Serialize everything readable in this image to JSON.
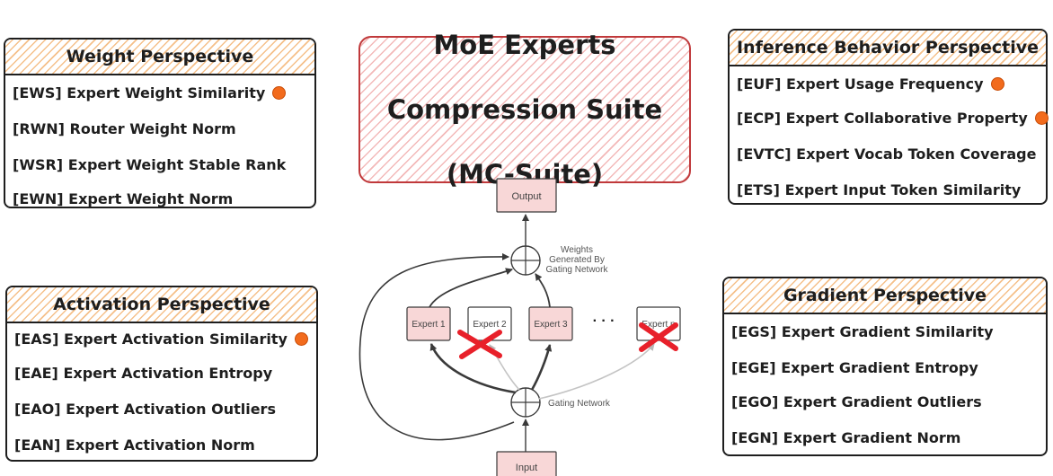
{
  "title": {
    "lines": [
      "MoE Experts",
      "Compression Suite",
      "(MC-Suite)"
    ]
  },
  "panels": {
    "weight": {
      "title": "Weight Perspective",
      "items": [
        {
          "text": "[EWS] Expert Weight Similarity",
          "marked": true
        },
        {
          "text": "[RWN] Router Weight Norm",
          "marked": false
        },
        {
          "text": "[WSR] Expert Weight Stable Rank",
          "marked": false
        },
        {
          "text": "[EWN] Expert Weight Norm",
          "marked": false
        }
      ]
    },
    "activation": {
      "title": "Activation Perspective",
      "items": [
        {
          "text": "[EAS] Expert Activation Similarity",
          "marked": true
        },
        {
          "text": "[EAE] Expert Activation Entropy",
          "marked": false
        },
        {
          "text": "[EAO] Expert Activation Outliers",
          "marked": false
        },
        {
          "text": "[EAN] Expert Activation Norm",
          "marked": false
        }
      ]
    },
    "inference": {
      "title": "Inference Behavior Perspective",
      "items": [
        {
          "text": "[EUF] Expert Usage Frequency",
          "marked": true
        },
        {
          "text": "[ECP] Expert Collaborative Property",
          "marked": true
        },
        {
          "text": "[EVTC] Expert Vocab Token Coverage",
          "marked": false
        },
        {
          "text": "[ETS] Expert Input Token Similarity",
          "marked": false
        }
      ]
    },
    "gradient": {
      "title": "Gradient Perspective",
      "items": [
        {
          "text": "[EGS] Expert Gradient Similarity",
          "marked": false
        },
        {
          "text": "[EGE] Expert Gradient Entropy",
          "marked": false
        },
        {
          "text": "[EGO] Expert Gradient Outliers",
          "marked": false
        },
        {
          "text": "[EGN] Expert Gradient Norm",
          "marked": false
        }
      ]
    }
  },
  "diagram": {
    "output_label": "Output",
    "input_label": "Input",
    "weights_label_lines": [
      "Weights",
      "Generated By",
      "Gating Network"
    ],
    "gating_label": "Gating Network",
    "ellipsis": "· · ·",
    "experts": [
      {
        "label": "Expert 1",
        "active": true,
        "pruned": false
      },
      {
        "label": "Expert 2",
        "active": false,
        "pruned": true
      },
      {
        "label": "Expert 3",
        "active": true,
        "pruned": false
      },
      {
        "label": "Expert n",
        "active": false,
        "pruned": true
      }
    ]
  },
  "colors": {
    "marker": "#f26b1d",
    "active_box": "#f8d7d7",
    "cross": "#e8202a",
    "title_border": "#c0393b"
  }
}
